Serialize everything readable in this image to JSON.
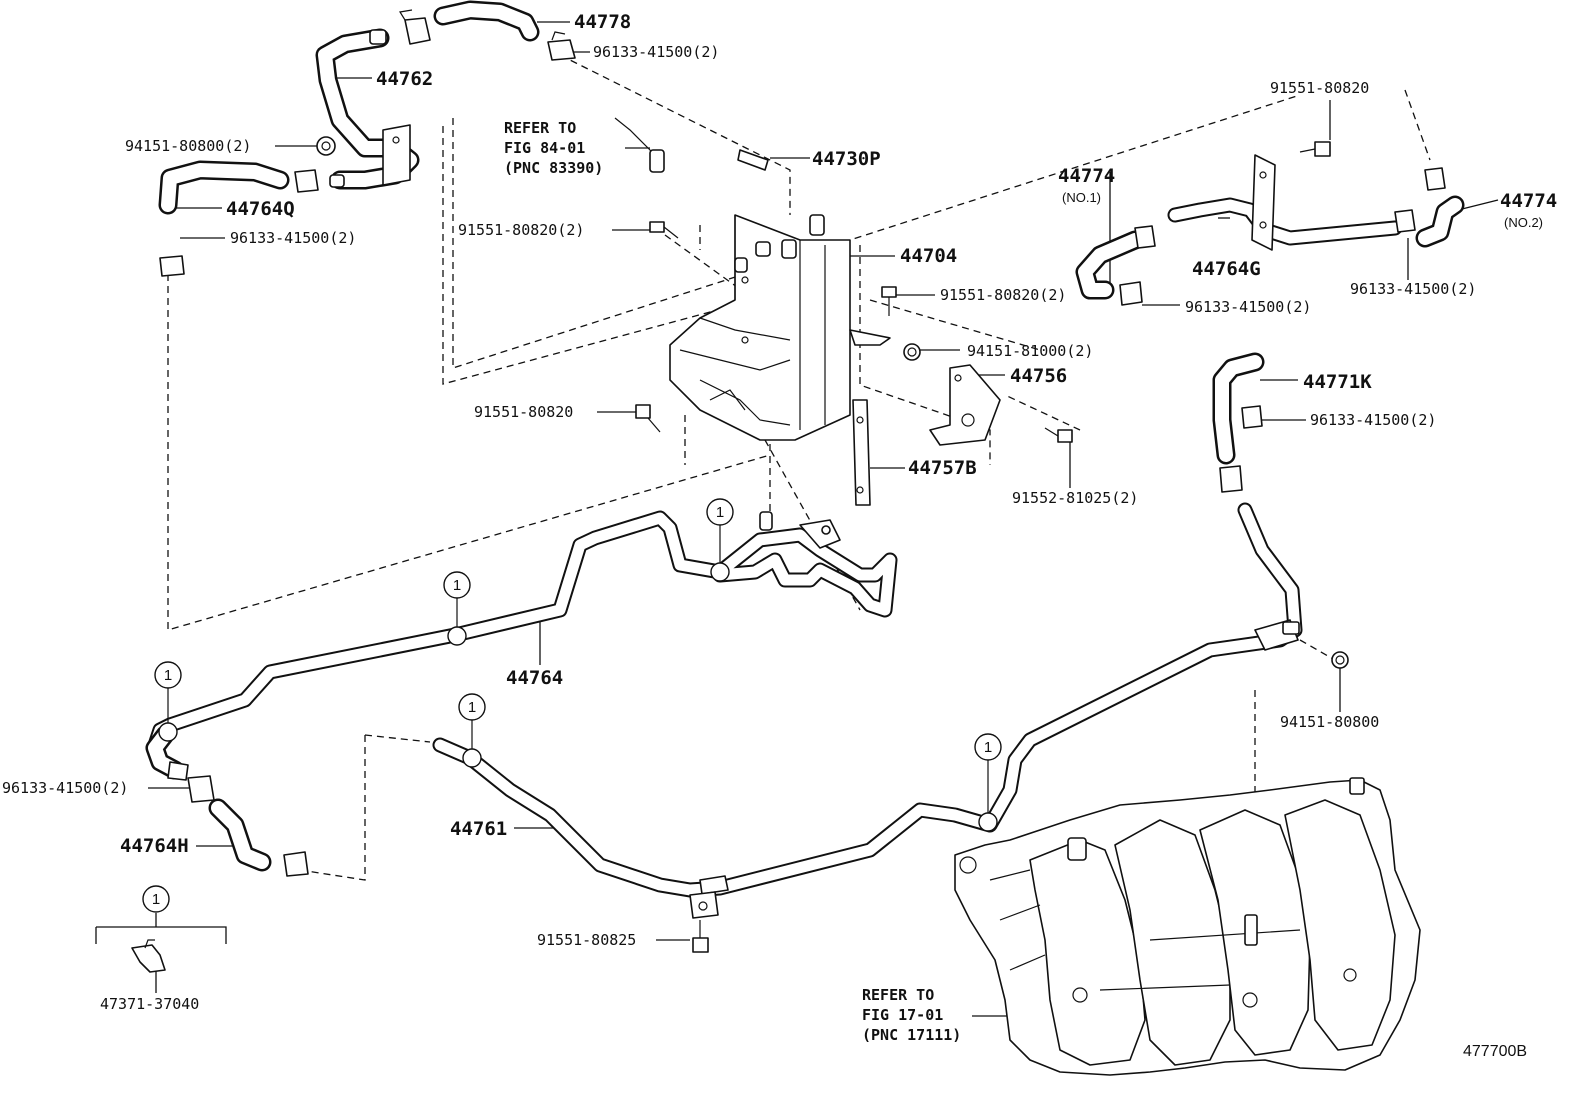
{
  "diagram_id": "477700B",
  "callout_symbol": "1",
  "labels": {
    "p44778": "44778",
    "p96133_top": "96133-41500(2)",
    "p44762": "44762",
    "p94151_80800_2": "94151-80800(2)",
    "p44764Q": "44764Q",
    "p96133_left": "96133-41500(2)",
    "refer_top": [
      "REFER TO",
      "FIG 84-01",
      "(PNC 83390)"
    ],
    "p44730P": "44730P",
    "p91551_2_a": "91551-80820(2)",
    "p44704": "44704",
    "p91551_2_b": "91551-80820(2)",
    "p94151_81000": "94151-81000(2)",
    "p44756": "44756",
    "p91551_single": "91551-80820",
    "p44757B": "44757B",
    "p91552": "91552-81025(2)",
    "p91551_top_right": "91551-80820",
    "p44774_no1": "44774",
    "no1": "(NO.1)",
    "p44774_no2": "44774",
    "no2": "(NO.2)",
    "p44764G": "44764G",
    "p96133_right_a": "96133-41500(2)",
    "p96133_right_b": "96133-41500(2)",
    "p44771K": "44771K",
    "p96133_right_c": "96133-41500(2)",
    "p44764": "44764",
    "p94151_80800": "94151-80800",
    "p96133_bottom_left": "96133-41500(2)",
    "p44764H": "44764H",
    "p44761": "44761",
    "p91551_80825": "91551-80825",
    "p47371": "47371-37040",
    "refer_bottom": [
      "REFER TO",
      "FIG 17-01",
      "(PNC 17111)"
    ]
  }
}
